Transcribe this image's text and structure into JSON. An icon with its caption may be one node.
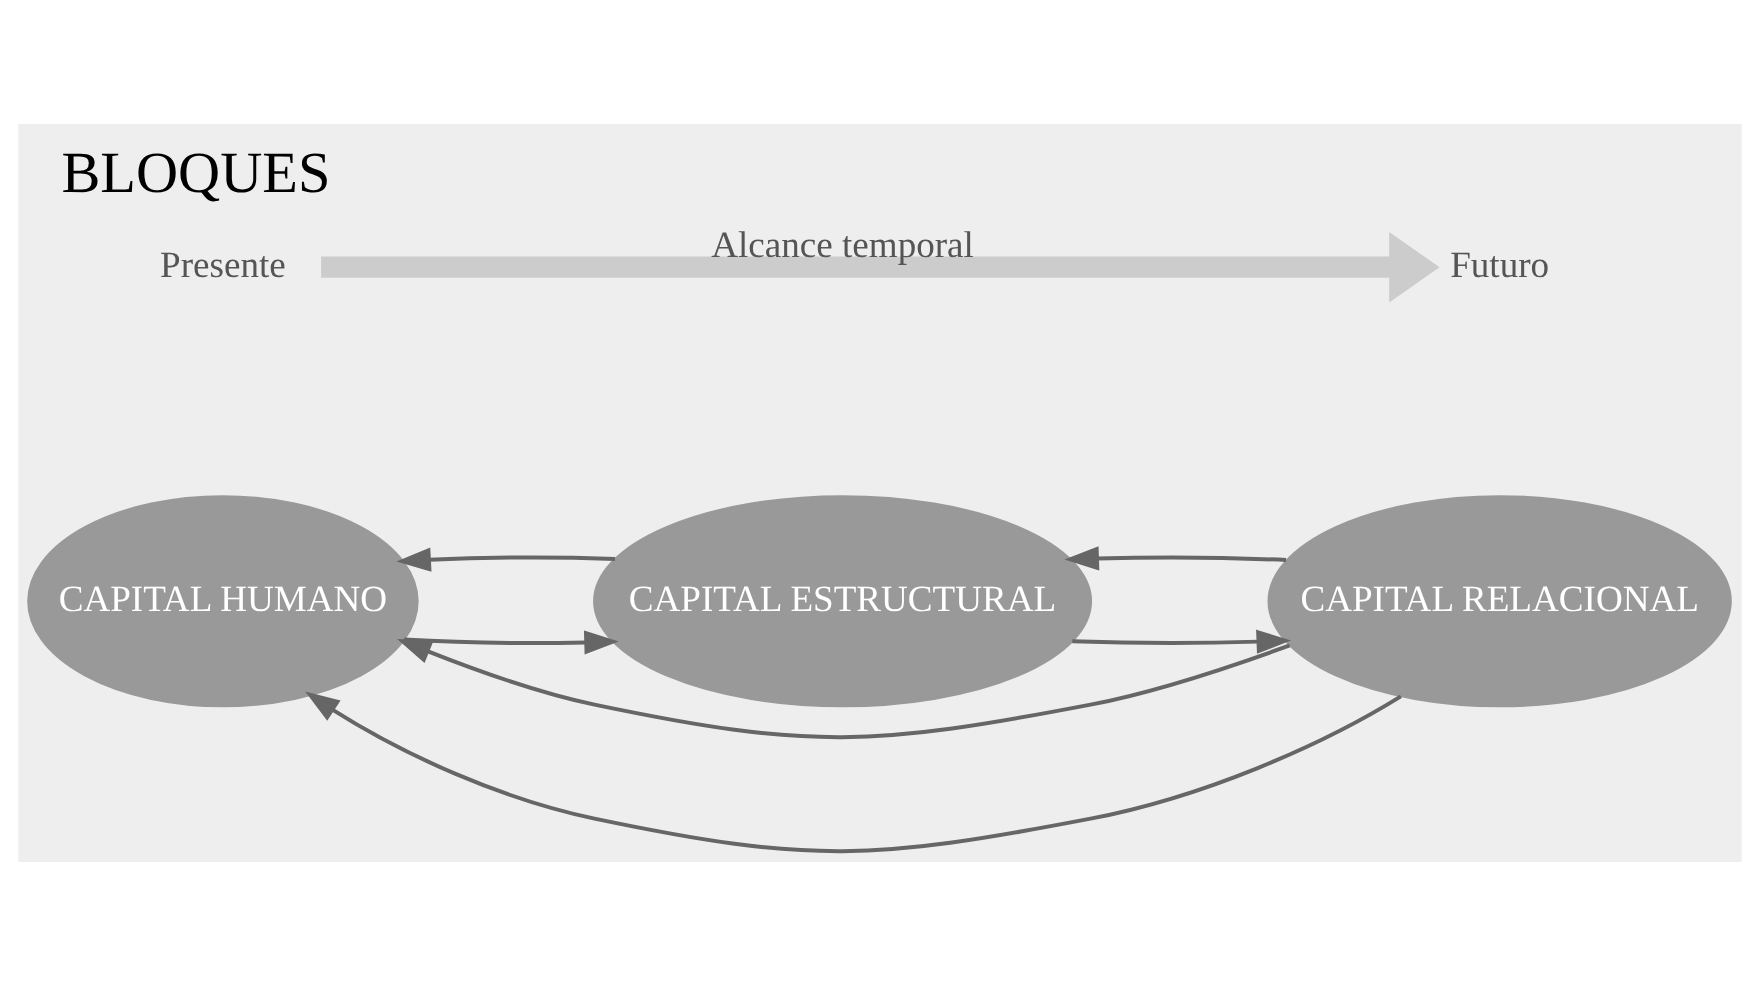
{
  "diagram": {
    "title": "BLOQUES",
    "nodes": [
      {
        "text": [
          "CAPITAL HUMANO"
        ]
      },
      {
        "text": [
          "CAPITAL ESTRUCTURAL"
        ]
      },
      {
        "text": [
          "CAPITAL RELACIONAL"
        ]
      },
      {
        "text": [
          "Presente"
        ]
      },
      {
        "text": [
          "Futuro"
        ]
      }
    ],
    "edges": [
      {
        "from": 1,
        "to": 0,
        "arrow": "to"
      },
      {
        "from": 2,
        "to": 1,
        "arrow": "to"
      },
      {
        "from": 2,
        "to": 0,
        "arrow": "to"
      },
      {
        "from": 0,
        "to": 1,
        "arrow": "to"
      },
      {
        "from": 1,
        "to": 2,
        "arrow": "to"
      },
      {
        "from": 2,
        "to": 0,
        "arrow": "to"
      },
      {
        "from": 3,
        "to": 4,
        "arrow": "to",
        "label": "Alcance temporal",
        "style": "thick",
        "color": "#cccccc"
      }
    ]
  }
}
